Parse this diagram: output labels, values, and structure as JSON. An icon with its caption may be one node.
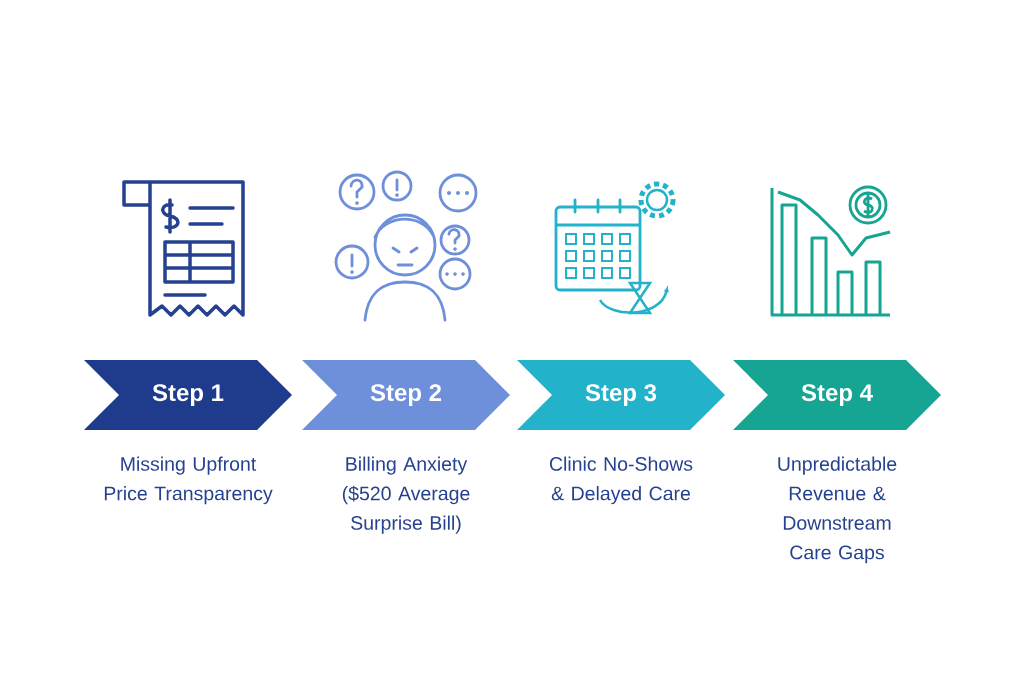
{
  "diagram": {
    "nodes": [
      {
        "text": [
          "Step 1"
        ],
        "beside": [
          "Missing Upfront Price Transparency"
        ]
      },
      {
        "text": [
          "Step 2"
        ],
        "beside": [
          "Billing Anxiety ($520 Average Surprise Bill)"
        ]
      },
      {
        "text": [
          "Step 3"
        ],
        "beside": [
          "Clinic No-Shows & Delayed Care"
        ]
      },
      {
        "text": [
          "Step 4"
        ],
        "beside": [
          "Unpredictable Revenue & Downstream Care Gaps"
        ]
      }
    ]
  }
}
